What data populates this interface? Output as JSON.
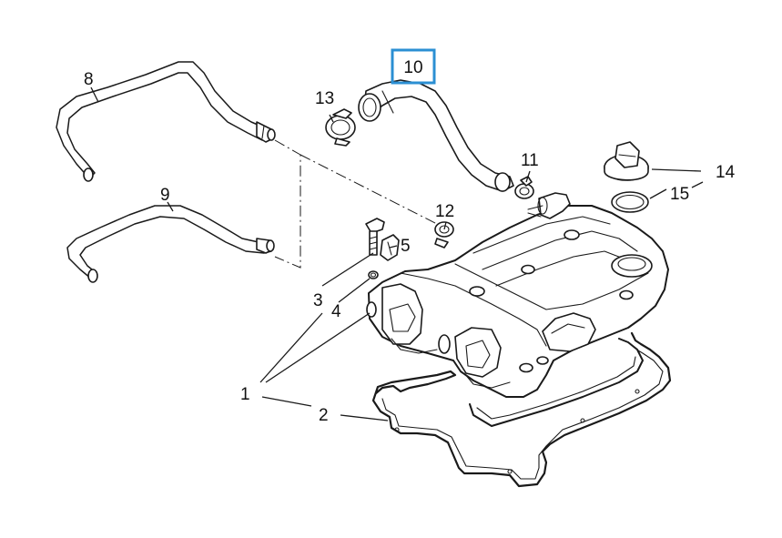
{
  "diagram": {
    "highlight_color": "#2b8fd3",
    "highlighted_callout": "10",
    "callouts": {
      "c1": "1",
      "c2": "2",
      "c3": "3",
      "c4": "4",
      "c5": "5",
      "c8": "8",
      "c9": "9",
      "c10": "10",
      "c11": "11",
      "c12": "12",
      "c13": "13",
      "c14": "14",
      "c15": "15"
    },
    "parts": [
      {
        "id": "1",
        "name": "cylinder-head-cover"
      },
      {
        "id": "2",
        "name": "cover-gasket"
      },
      {
        "id": "3",
        "name": "bolt"
      },
      {
        "id": "4",
        "name": "seal-ring"
      },
      {
        "id": "5",
        "name": "clip"
      },
      {
        "id": "8",
        "name": "vent-hose-upper"
      },
      {
        "id": "9",
        "name": "vent-hose-lower"
      },
      {
        "id": "10",
        "name": "vent-hose-bent"
      },
      {
        "id": "11",
        "name": "hose-clamp-right"
      },
      {
        "id": "12",
        "name": "hose-clamp-small"
      },
      {
        "id": "13",
        "name": "hose-clamp-left"
      },
      {
        "id": "14",
        "name": "oil-filler-cap"
      },
      {
        "id": "15",
        "name": "filler-cap-seal"
      }
    ]
  }
}
